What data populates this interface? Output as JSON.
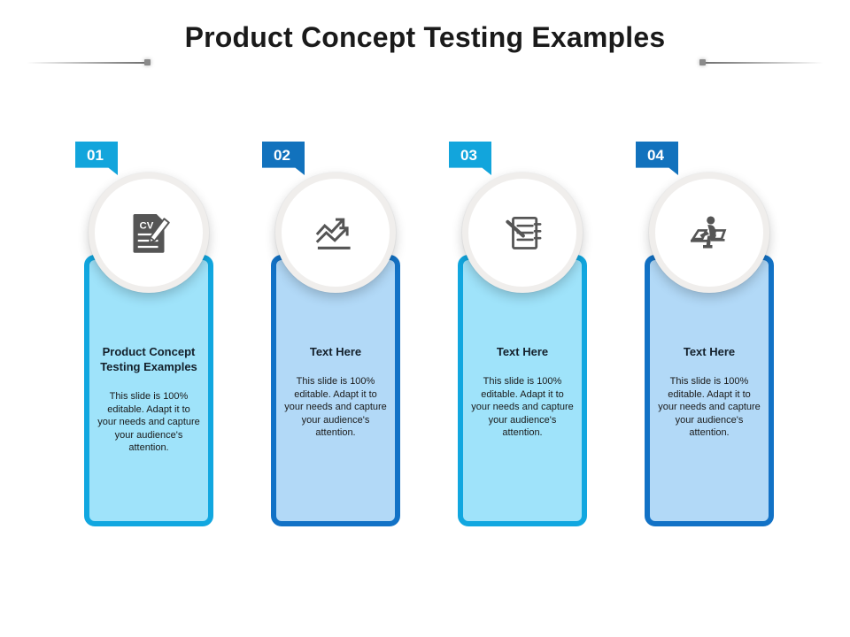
{
  "slide": {
    "title": "Product Concept Testing Examples",
    "background_color": "#ffffff",
    "decoration": {
      "line_color": "#8d8d8d",
      "dot_color": "#8a8a8a"
    }
  },
  "palette": {
    "cyan_badge": "#12a5dc",
    "cyan_border": "#11a7e0",
    "cyan_fill": "#9fe3fa",
    "blue_badge": "#1272bd",
    "blue_border": "#1272c6",
    "blue_fill": "#b2d9f7",
    "icon_gray": "#555555",
    "circle_ring": "#f0eeec",
    "heading_text": "#14202b",
    "body_text": "#1a1a1a"
  },
  "cards": [
    {
      "number": "01",
      "theme": "cyan",
      "icon": "cv-document-pencil-icon",
      "heading": "Product Concept Testing Examples",
      "body": "This slide is 100% editable. Adapt it to your needs and capture your audience's attention."
    },
    {
      "number": "02",
      "theme": "blue",
      "icon": "growth-line-chart-icon",
      "heading": "Text Here",
      "body": "This slide is 100% editable. Adapt it to your needs and capture your audience's attention."
    },
    {
      "number": "03",
      "theme": "cyan",
      "icon": "notebook-checklist-pen-icon",
      "heading": "Text Here",
      "body": "This slide is 100% editable. Adapt it to your needs and capture your audience's attention."
    },
    {
      "number": "04",
      "theme": "blue",
      "icon": "person-working-laptop-icon",
      "heading": "Text Here",
      "body": "This slide is 100% editable. Adapt it to your needs and capture your audience's attention."
    }
  ]
}
